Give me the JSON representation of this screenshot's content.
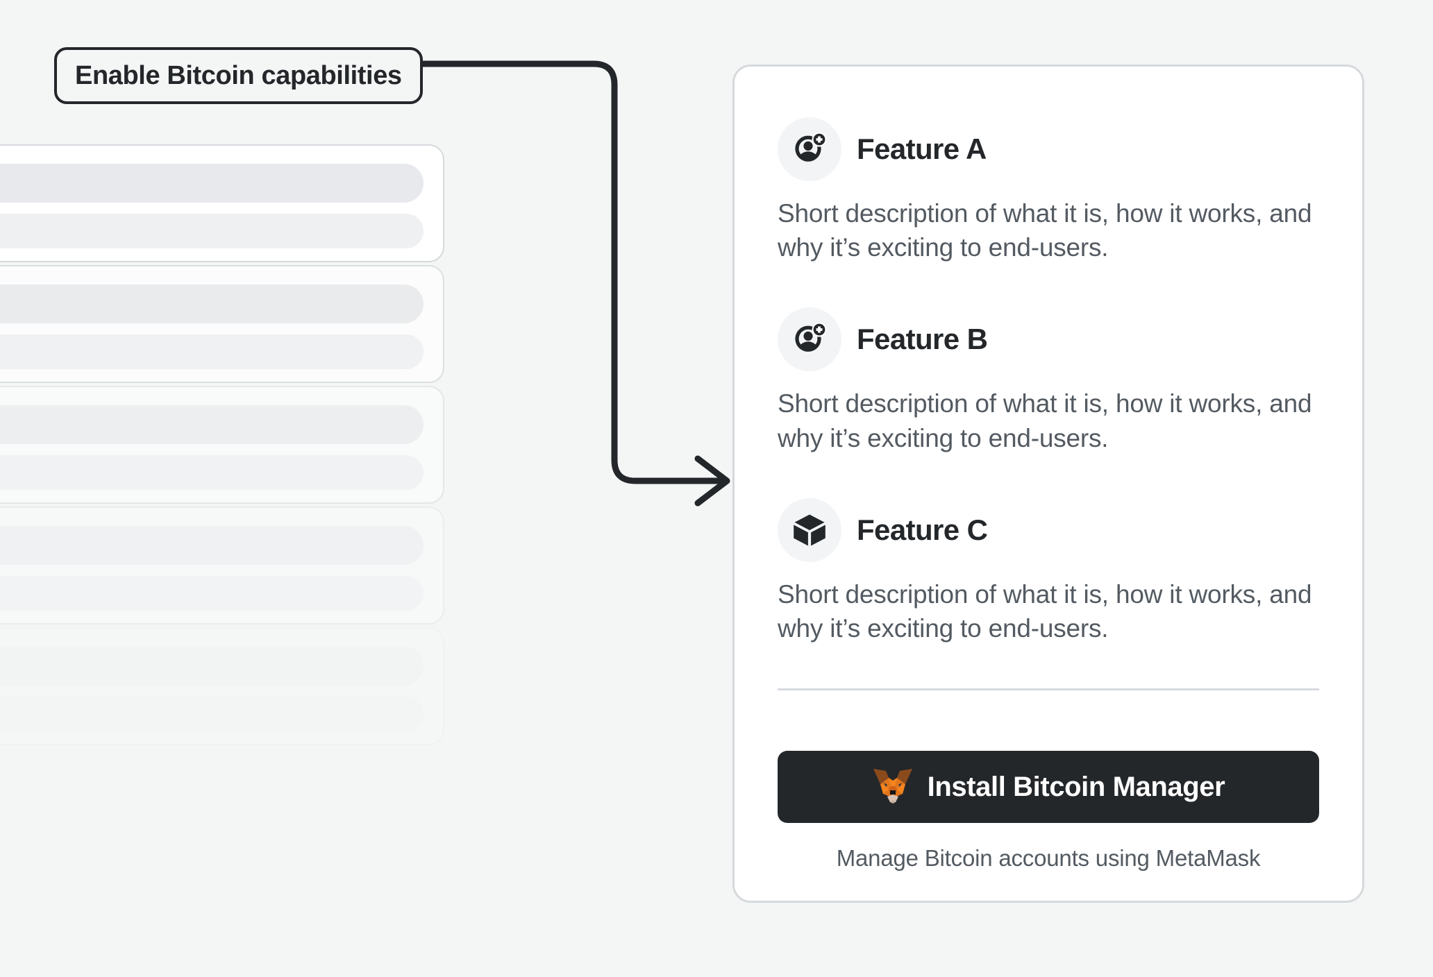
{
  "theme": {
    "page_background": "#F4F5F5",
    "card_background": "#FFFFFF",
    "card_border": "#D6D9DC",
    "text_primary": "#24272A",
    "text_secondary": "#535A61",
    "icon_badge_background": "#F2F4F6",
    "button_background": "#24272A",
    "button_text": "#FFFFFF",
    "connector_stroke": "#24272A",
    "brand_orange": "#E2761B",
    "brand_orange_light": "#F5841F",
    "brand_brown": "#763D16",
    "skeleton_bar": "#E7E9EC"
  },
  "callout": {
    "label": "Enable Bitcoin capabilities",
    "connector": {
      "dot": "filled-dot",
      "arrow": "arrow-right",
      "description": "elbow connector from label to feature card"
    }
  },
  "background_list": {
    "item_count": 5,
    "items": [
      {
        "opacity": 1.0
      },
      {
        "opacity": 0.78
      },
      {
        "opacity": 0.52
      },
      {
        "opacity": 0.3
      },
      {
        "opacity": 0.13
      }
    ]
  },
  "card": {
    "features": [
      {
        "icon": "user-circle-add-icon",
        "title": "Feature A",
        "description": "Short description of what it is, how it works, and why it’s exciting to end-users."
      },
      {
        "icon": "user-circle-add-icon",
        "title": "Feature B",
        "description": "Short description of what it is, how it works, and why it’s exciting to end-users."
      },
      {
        "icon": "cube-box-icon",
        "title": "Feature C",
        "description": "Short description of what it is, how it works, and why it’s exciting to end-users."
      }
    ],
    "footer": {
      "install_button": {
        "icon": "metamask-fox-icon",
        "label": "Install Bitcoin Manager"
      },
      "note": "Manage Bitcoin accounts using MetaMask"
    }
  }
}
